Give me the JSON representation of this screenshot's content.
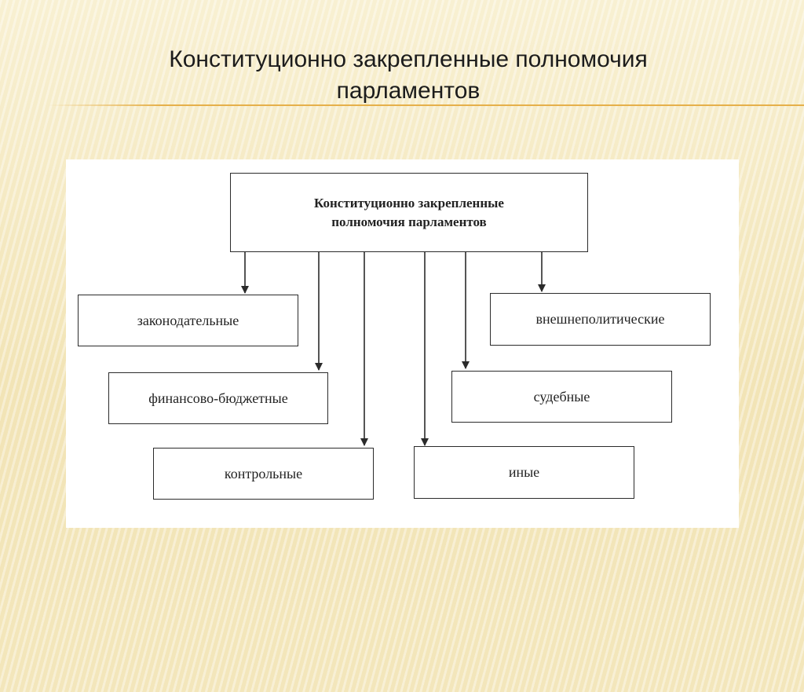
{
  "slide": {
    "title_line1": "Конституционно закрепленные полномочия",
    "title_line2": "парламентов"
  },
  "diagram": {
    "root": {
      "line1": "Конституционно закрепленные",
      "line2": "полномочия парламентов"
    },
    "nodes": [
      "законодательные",
      "финансово-бюджетные",
      "контрольные",
      "внешнеполитические",
      "судебные",
      "иные"
    ]
  },
  "colors": {
    "title_rule": "#e6b04a",
    "lines": "#2b2b2b"
  }
}
